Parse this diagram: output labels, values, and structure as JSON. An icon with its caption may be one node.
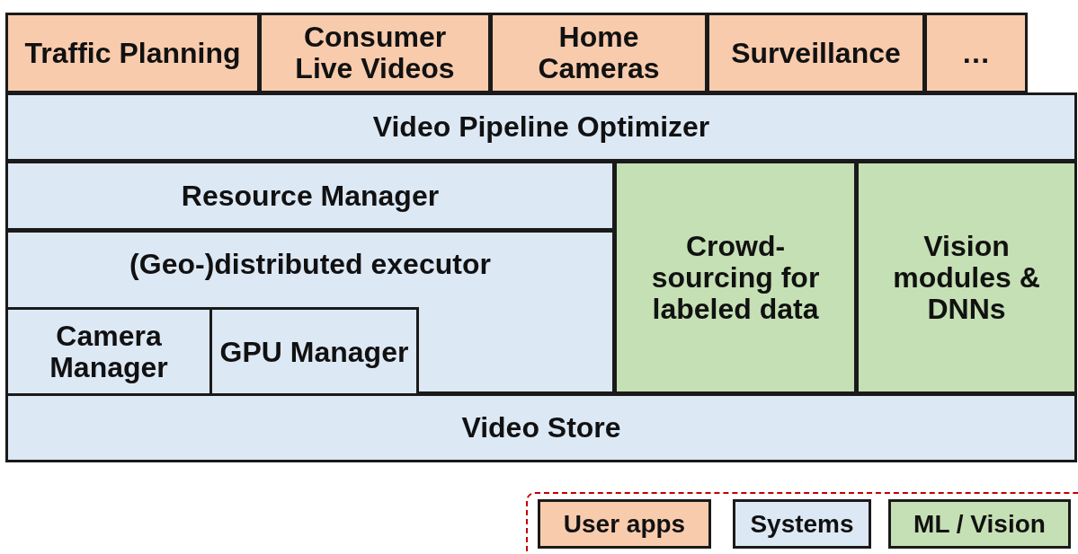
{
  "diagram": {
    "nodes": [
      {
        "text": [
          "Traffic Planning"
        ]
      },
      {
        "text": [
          "Consumer Live Videos"
        ]
      },
      {
        "text": [
          "Home Cameras"
        ]
      },
      {
        "text": [
          "Surveillance"
        ]
      },
      {
        "text": [
          "…"
        ]
      },
      {
        "text": [
          "Video Pipeline Optimizer"
        ]
      },
      {
        "text": [
          "Resource Manager"
        ]
      },
      {
        "text": [
          "(Geo-)distributed executor"
        ]
      },
      {
        "text": [
          "Camera Manager"
        ],
        "in": 7
      },
      {
        "text": [
          "GPU Manager"
        ],
        "in": 7
      },
      {
        "text": [
          "Crowd-sourcing for labeled data"
        ]
      },
      {
        "text": [
          "Vision modules & DNNs"
        ]
      },
      {
        "text": [
          "Video Store"
        ]
      }
    ],
    "edges": [],
    "legend": [
      {
        "text": "User apps",
        "color": "#f8cbad"
      },
      {
        "text": "Systems",
        "color": "#dde8f5"
      },
      {
        "text": "ML / Vision",
        "color": "#c5e0b4"
      }
    ]
  }
}
